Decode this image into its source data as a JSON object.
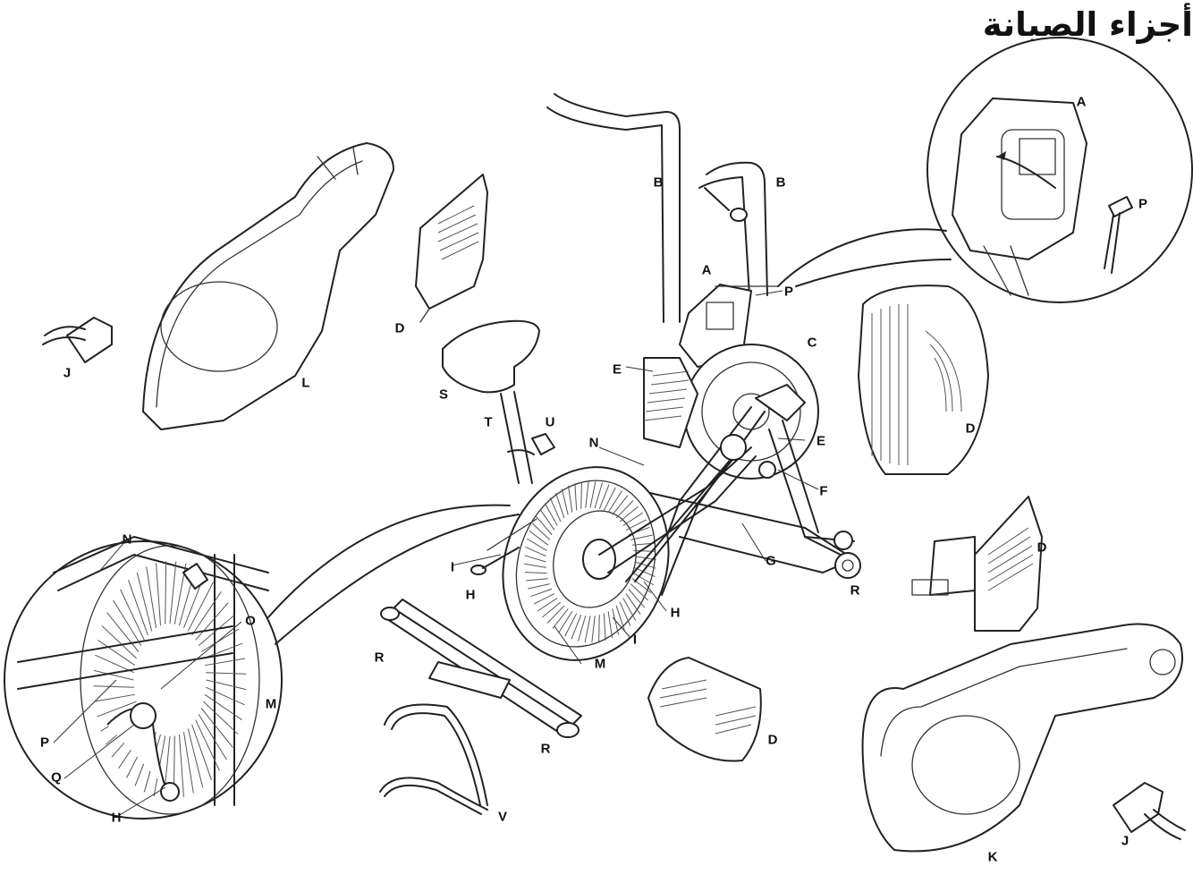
{
  "title": "أجزاء الصيانة",
  "labels": {
    "A_inset": "A",
    "P_inset": "P",
    "B_left": "B",
    "B_right": "B",
    "A_console": "A",
    "P_console": "P",
    "D_top": "D",
    "D_right_large": "D",
    "D_right_small": "D",
    "D_bottom": "D",
    "J_left": "J",
    "J_right": "J",
    "L": "L",
    "K": "K",
    "S": "S",
    "T": "T",
    "U": "U",
    "E_left": "E",
    "E_right": "E",
    "C": "C",
    "F": "F",
    "G": "G",
    "N_main": "N",
    "N_inset": "N",
    "I_left": "I",
    "I_bottom": "I",
    "H_left": "H",
    "H_right": "H",
    "H_inset": "H",
    "M_main": "M",
    "M_inset": "M",
    "O_inset": "O",
    "P_detail": "P",
    "Q_inset": "Q",
    "R_left": "R",
    "R_bottom": "R",
    "R_right": "R",
    "V": "V"
  }
}
